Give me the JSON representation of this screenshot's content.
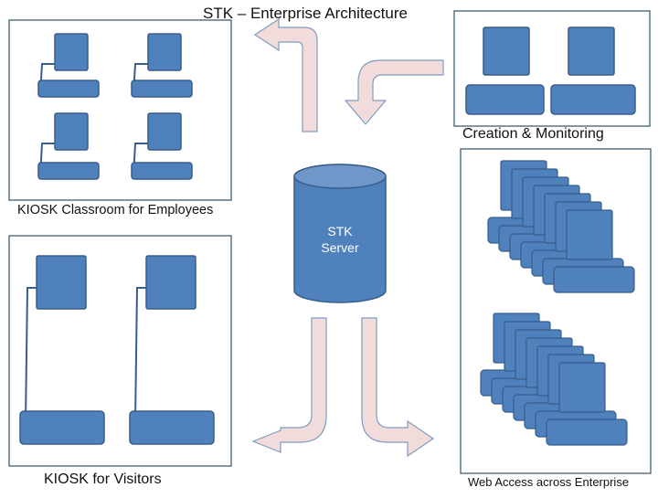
{
  "title": "STK – Enterprise Architecture",
  "server": {
    "line1": "STK",
    "line2": "Server"
  },
  "groups": {
    "classroom": {
      "label": "KIOSK Classroom for Employees",
      "computers": 4
    },
    "creation": {
      "label": "Creation & Monitoring",
      "computers": 2
    },
    "visitors": {
      "label": "KIOSK for Visitors",
      "computers": 2
    },
    "web": {
      "label": "Web Access across Enterprise",
      "stacks": 2,
      "computers_per_stack": 7
    }
  },
  "colors": {
    "computer_fill": "#4f81bd",
    "computer_stroke": "#385d8a",
    "arrow_fill": "#f2dcdb",
    "arrow_stroke": "#7f9cc0",
    "frame_stroke": "#3f5d73"
  }
}
